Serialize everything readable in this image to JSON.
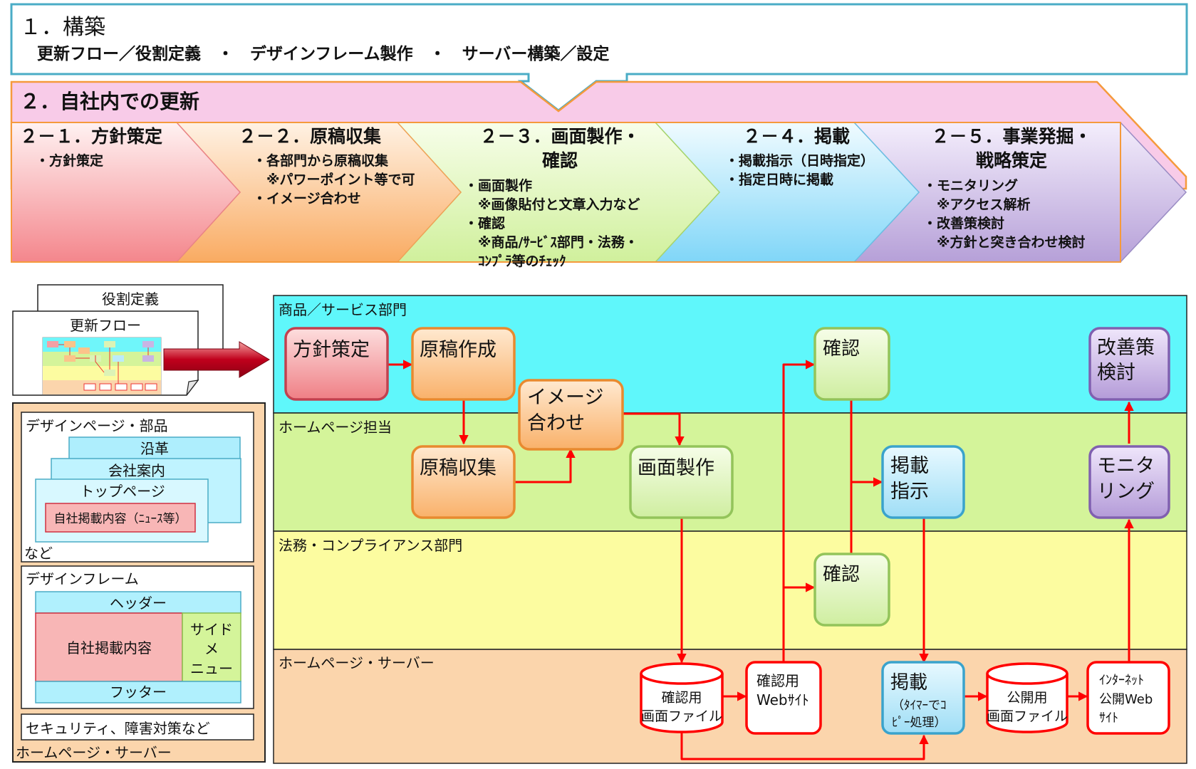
{
  "section1": {
    "title": "１．構築",
    "subtitle": "更新フロー／役割定義　・　デザインフレーム製作　・　サーバー構築／設定"
  },
  "section2": {
    "title": "２．自社内での更新",
    "phases": [
      {
        "title": [
          "２－１．方針策定"
        ],
        "items": [
          "・方針策定"
        ]
      },
      {
        "title": [
          "２－２．原稿収集"
        ],
        "items": [
          "・各部門から原稿収集",
          "　※パワーポイント等で可",
          "・イメージ合わせ"
        ]
      },
      {
        "title": [
          "２－３．画面製作・",
          "確認"
        ],
        "items": [
          "・画面製作",
          "　※画像貼付と文章入力など",
          "・確認",
          "　※商品/ｻｰﾋﾞｽ部門・法務・",
          "　ｺﾝﾌﾟﾗ等のﾁｪｯｸ"
        ]
      },
      {
        "title": [
          "２－４．掲載"
        ],
        "items": [
          "・掲載指示（日時指定）",
          "・指定日時に掲載"
        ]
      },
      {
        "title": [
          "２－５．事業発掘・",
          "戦略策定"
        ],
        "items": [
          "・モニタリング",
          "　※アクセス解析",
          "・改善策検討",
          "　※方針と突き合わせ検討"
        ]
      }
    ]
  },
  "roles": {
    "back_label": "役割定義",
    "front_label": "更新フロー"
  },
  "left_panel": {
    "design_pages": {
      "title": "デザインページ・部品",
      "pages": [
        "沿革",
        "会社案内",
        "トップページ"
      ],
      "inner": "自社掲載内容（ﾆｭｰｽ等）",
      "etc": "など"
    },
    "design_frame": {
      "title": "デザインフレーム",
      "header": "ヘッダー",
      "content": "自社掲載内容",
      "side": [
        "サイド",
        "メ",
        "ニュー"
      ],
      "footer": "フッター"
    },
    "security": "セキュリティ、障害対策など",
    "footer_label": "ホームページ・サーバー"
  },
  "lanes": [
    {
      "label": "商品／サービス部門",
      "color": "#5ff7fb"
    },
    {
      "label": "ホームページ担当",
      "color": "#d4f49a"
    },
    {
      "label": "法務・コンプライアンス部門",
      "color": "#fcfca0"
    },
    {
      "label": "ホームページ・サーバー",
      "color": "#fbd5ac"
    }
  ],
  "nodes": {
    "hoshin": [
      "方針策定"
    ],
    "genko_sakusei": [
      "原稿作成"
    ],
    "image": [
      "イメージ",
      "合わせ"
    ],
    "genko_shushu": [
      "原稿収集"
    ],
    "gamen": [
      "画面製作"
    ],
    "kakunin_top": [
      "確認"
    ],
    "kakunin_bottom": [
      "確認"
    ],
    "keisai_shiji": [
      "掲載",
      "指示"
    ],
    "kaizen": [
      "改善策",
      "検討"
    ],
    "monitoring": [
      "モニタ",
      "リング"
    ],
    "db_confirm": [
      "確認用",
      "画面ファイル"
    ],
    "site_confirm": [
      "確認用",
      "Webｻｲﾄ"
    ],
    "keisai_main": "掲載",
    "keisai_sub": [
      "（ﾀｲﾏｰでｺ",
      "ﾋﾟｰ処理）"
    ],
    "db_public": [
      "公開用",
      "画面ファイル"
    ],
    "site_public": [
      "ｲﾝﾀｰﾈｯﾄ",
      "公開Web",
      "ｻｲﾄ"
    ]
  },
  "colors": {
    "accent_border": "#4aacc6",
    "arrow": "#ff0000",
    "pink": "#f8cbe8",
    "red_node": "#f5a0a4",
    "orange_node": "#fbc48a",
    "green_node": "#dcf3b6",
    "blue_node": "#bcebfa",
    "purple_node": "#c9b5e3"
  }
}
